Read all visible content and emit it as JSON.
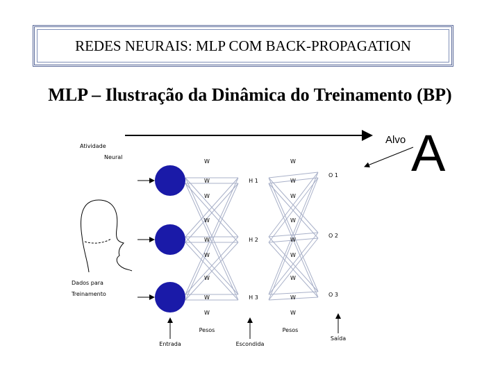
{
  "header": {
    "title": "REDES NEURAIS: MLP COM BACK-PROPAGATION"
  },
  "subtitle": "MLP – Ilustração da Dinâmica do Treinamento (BP)",
  "diagram": {
    "activity_label_1": "Atividade",
    "activity_label_2": "Neural",
    "target_label": "Alvo",
    "target_letter": "A",
    "training_label_1": "Dados para",
    "training_label_2": "Treinamento",
    "weight_label": "W",
    "hidden_nodes": [
      "H 1",
      "H 2",
      "H 3"
    ],
    "output_nodes": [
      "O 1",
      "O 2",
      "O 3"
    ],
    "weights_label": "Pesos",
    "input_layer_label": "Entrada",
    "hidden_layer_label": "Escondida",
    "output_layer_label": "Saída",
    "colors": {
      "input_node": "#1a1aa8",
      "connection": "#a8b0c8",
      "header_border": "#5a6a9a"
    }
  }
}
